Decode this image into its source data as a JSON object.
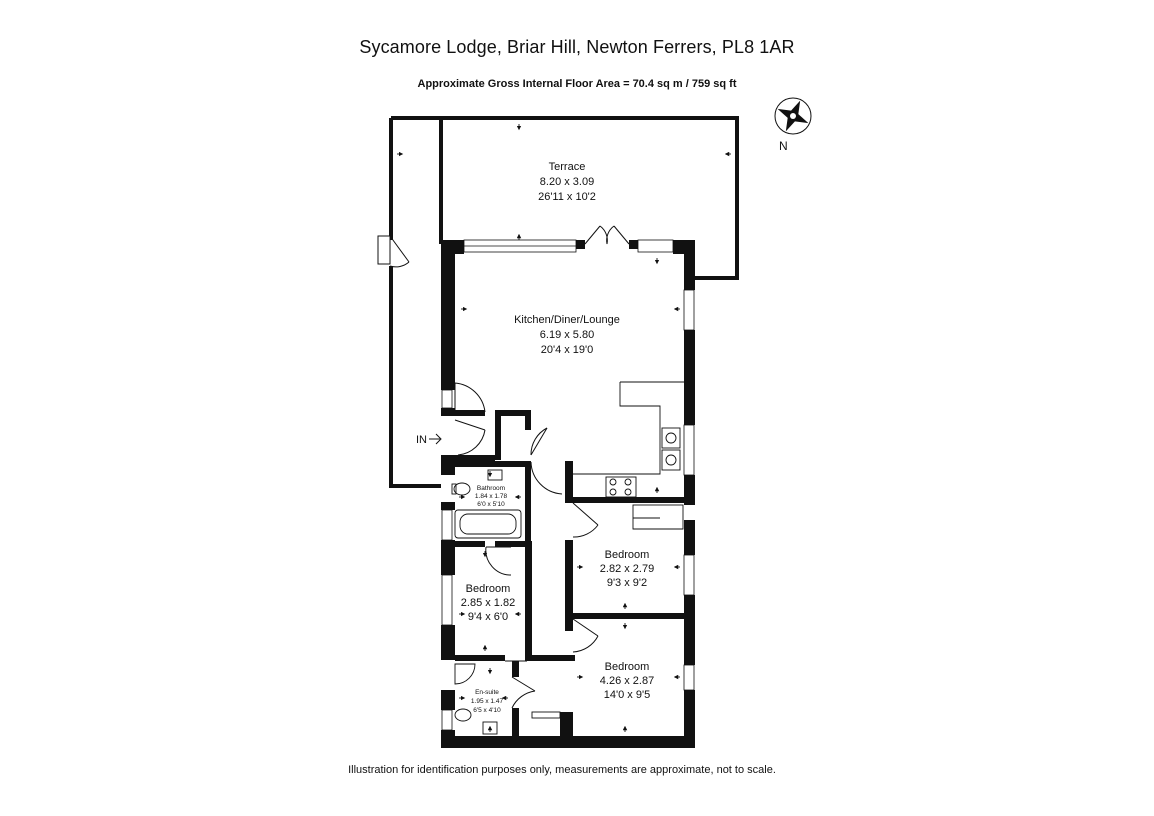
{
  "header": {
    "title": "Sycamore Lodge, Briar Hill, Newton Ferrers, PL8 1AR",
    "area": "Approximate Gross Internal Floor Area = 70.4 sq m / 759 sq ft"
  },
  "compass": {
    "label": "N"
  },
  "entrance": {
    "label": "IN"
  },
  "rooms": {
    "terrace": {
      "name": "Terrace",
      "metric": "8.20 x 3.09",
      "imperial": "26'11 x 10'2"
    },
    "kitchen": {
      "name": "Kitchen/Diner/Lounge",
      "metric": "6.19 x 5.80",
      "imperial": "20'4 x 19'0"
    },
    "bathroom": {
      "name": "Bathroom",
      "metric": "1.84 x 1.78",
      "imperial": "6'0 x 5'10"
    },
    "bedroom1": {
      "name": "Bedroom",
      "metric": "2.82 x 2.79",
      "imperial": "9'3 x 9'2"
    },
    "bedroom2": {
      "name": "Bedroom",
      "metric": "2.85 x 1.82",
      "imperial": "9'4 x 6'0"
    },
    "bedroom3": {
      "name": "Bedroom",
      "metric": "4.26 x 2.87",
      "imperial": "14'0 x 9'5"
    },
    "ensuite": {
      "name": "En-suite",
      "metric": "1.95 x 1.47",
      "imperial": "6'5 x 4'10"
    }
  },
  "footer": {
    "disclaimer": "Illustration for identification purposes only, measurements are approximate, not to scale."
  }
}
